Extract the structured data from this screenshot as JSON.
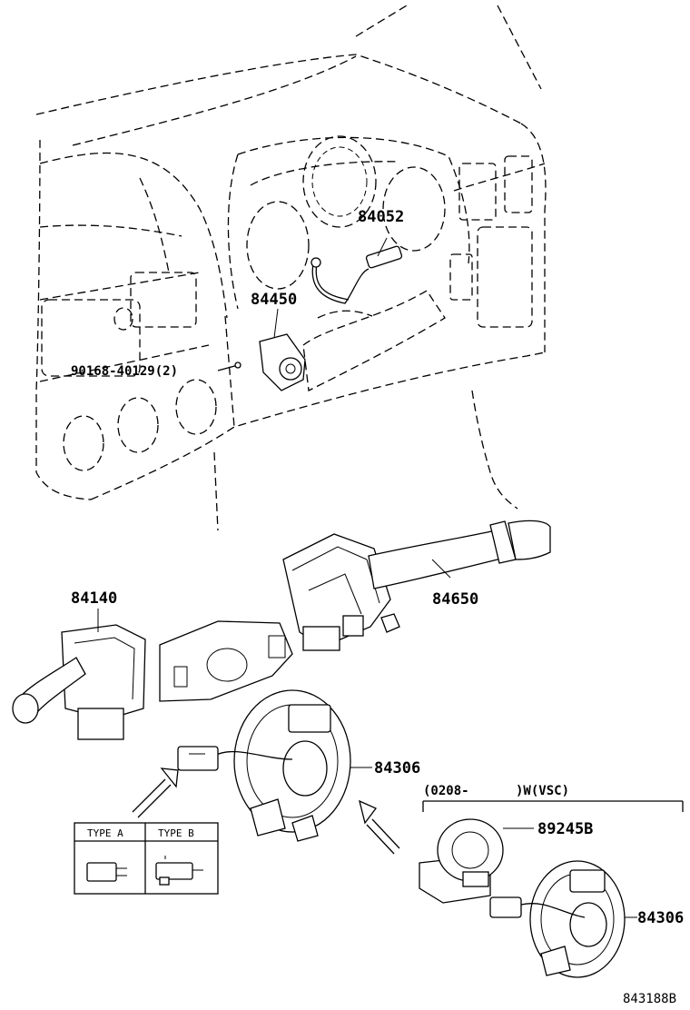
{
  "diagram": {
    "part_labels": {
      "turn_signal_sensor": "84052",
      "ignition_switch": "84450",
      "screw": "90168-40129(2)",
      "wiper_switch": "84140",
      "combination_switch_assy": "84650",
      "spiral_cable": "84306",
      "spiral_cable_vsc": "84306",
      "steering_sensor": "89245B"
    },
    "variant_condition": {
      "date_code": "(0208-",
      "suffix": ")W(VSC)"
    },
    "connector_table": {
      "headers": [
        "TYPE A",
        "TYPE B"
      ]
    },
    "illustration_code": "843188B"
  }
}
